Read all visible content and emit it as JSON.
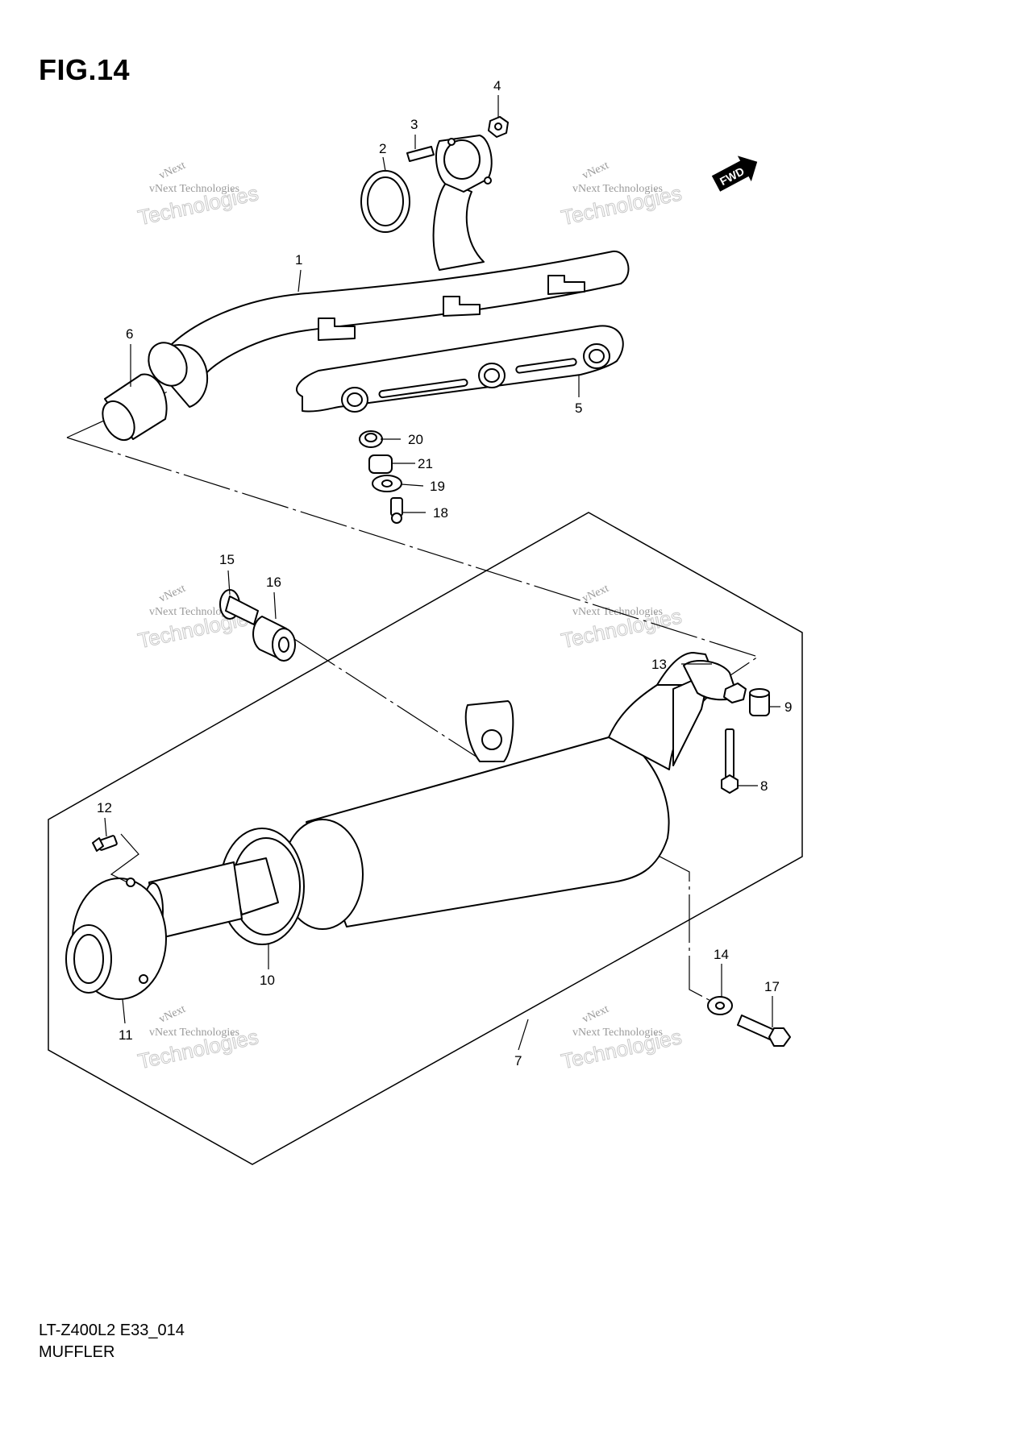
{
  "figure": {
    "title": "FIG.14",
    "code": "LT-Z400L2 E33_014",
    "name": "MUFFLER",
    "fwd_label": "FWD"
  },
  "watermark": {
    "line_small": "vNext Technologies",
    "line_big": "Technologies",
    "line_tilt": "vNext"
  },
  "callouts": [
    "1",
    "2",
    "3",
    "4",
    "5",
    "6",
    "7",
    "8",
    "9",
    "10",
    "11",
    "12",
    "13",
    "14",
    "15",
    "16",
    "17",
    "18",
    "19",
    "20",
    "21"
  ]
}
